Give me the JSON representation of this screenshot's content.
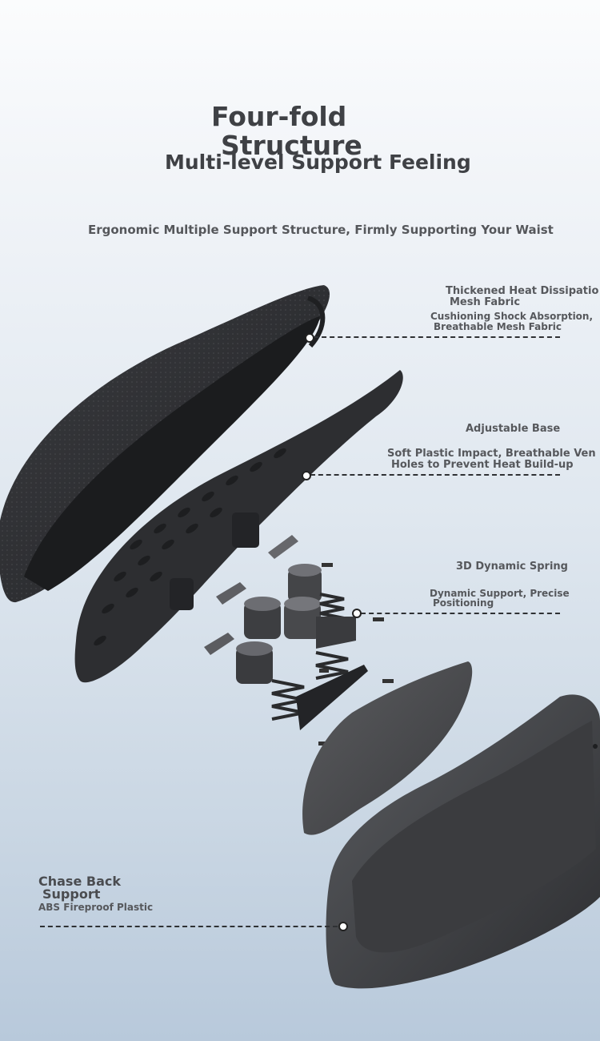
{
  "header": {
    "title_line1": "Four-fold",
    "title_line2": "Structure",
    "title_line3": "Multi-level Support Feeling",
    "subtitle": "Ergonomic Multiple Support Structure, Firmly Supporting Your Waist"
  },
  "callouts": {
    "mesh": {
      "title_1": "Thickened Heat Dissipatio",
      "title_2": "Mesh Fabric",
      "desc_1": "Cushioning Shock Absorption,",
      "desc_2": "Breathable Mesh Fabric"
    },
    "base": {
      "title_1": "Adjustable Base",
      "desc_1": "Soft Plastic Impact, Breathable Ven",
      "desc_2": "Holes to Prevent Heat Build-up"
    },
    "spring": {
      "title_1": "3D Dynamic Spring",
      "desc_1": "Dynamic Support, Precise",
      "desc_2": "Positioning"
    },
    "back": {
      "title_1": "Chase Back",
      "title_2": "Support",
      "desc_1": "ABS Fireproof Plastic"
    }
  },
  "colors": {
    "background_top": "#fbfcfd",
    "background_bottom": "#b8c9db",
    "text": "#4d4f53",
    "product_dark": "#2b2c2f"
  }
}
